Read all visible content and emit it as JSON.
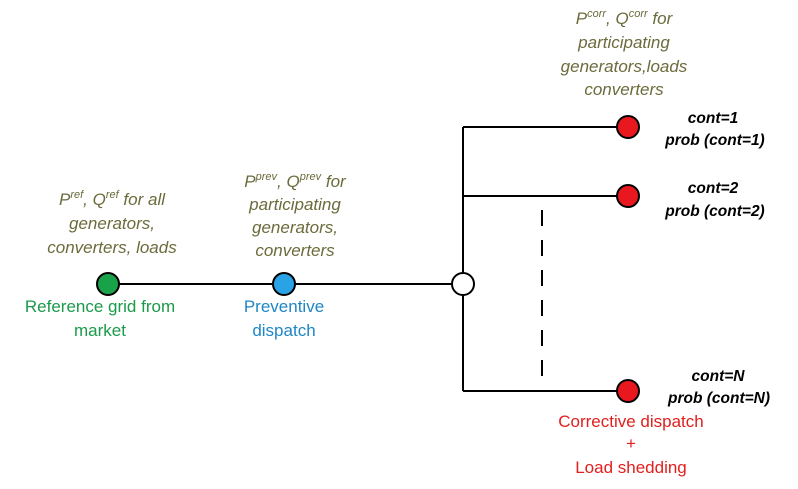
{
  "colors": {
    "reference_node": "#1aa24b",
    "preventive_node": "#29a3e6",
    "contingency_node": "#e8181e",
    "branch_node": "#ffffff",
    "annotation_text": "#6b6b3c",
    "reference_caption": "#1a9a4a",
    "preventive_caption": "#1e86c4",
    "corrective_caption": "#e0201e"
  },
  "reference": {
    "annotation": {
      "p_base": "P",
      "p_sup": "ref",
      "sep": ", ",
      "q_base": "Q",
      "q_sup": "ref",
      "tail": "  for all",
      "line2": "generators,",
      "line3": "converters, loads"
    },
    "caption": [
      "Reference grid from",
      "market"
    ]
  },
  "preventive": {
    "annotation": {
      "p_base": "P",
      "p_sup": "prev",
      "sep": ", ",
      "q_base": "Q",
      "q_sup": "prev",
      "tail": "  for",
      "line2": "participating",
      "line3": "generators,",
      "line4": "converters"
    },
    "caption": [
      "Preventive",
      "dispatch"
    ]
  },
  "corrective": {
    "annotation": {
      "p_base": "P",
      "p_sup": "corr",
      "sep": ", ",
      "q_base": "Q",
      "q_sup": "corr",
      "tail": "  for",
      "line2": "participating",
      "line3": "generators,loads",
      "line4": "converters"
    },
    "caption": [
      "Corrective dispatch",
      "+",
      "Load shedding"
    ]
  },
  "contingencies": [
    {
      "cont": "cont=1",
      "prob": "prob (cont=1)"
    },
    {
      "cont": "cont=2",
      "prob": "prob (cont=2)"
    },
    {
      "cont": "cont=N",
      "prob": "prob (cont=N)"
    }
  ]
}
